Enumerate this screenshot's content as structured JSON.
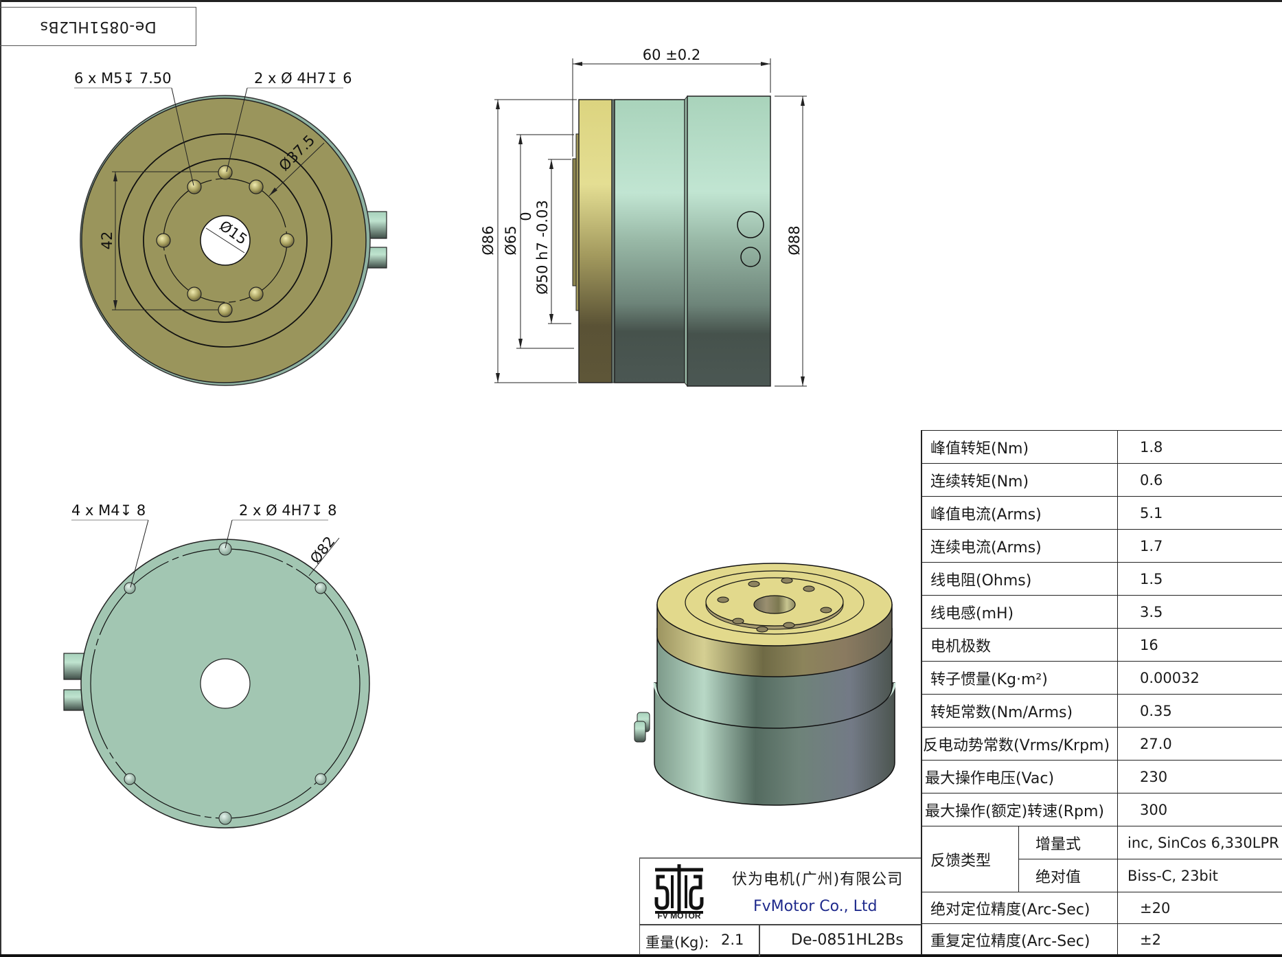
{
  "drawing": {
    "revision_label_rotated": "De-0851HL2Bs",
    "top_view": {
      "callouts": [
        "6 x M5↧ 7.50",
        "2 x Ø 4H7↧ 6"
      ],
      "dims": {
        "bolt_circle": "Ø37.5",
        "bore": "Ø15",
        "span": "42"
      }
    },
    "side_view": {
      "dims": {
        "length": "60 ±0.2",
        "d86": "Ø86",
        "d65": "Ø65",
        "d50": "Ø50 h7 -0.03",
        "d50_upper": "0",
        "d88": "Ø88"
      }
    },
    "bottom_view": {
      "callouts": [
        "4 x M4↧ 8",
        "2 x Ø 4H7↧ 8"
      ],
      "dims": {
        "bolt_circle": "Ø82"
      }
    },
    "colors": {
      "bronze_face": "#9a955c",
      "gold_light": "#e3dc8d",
      "mint": "#a2c7b3",
      "mint_light": "#bfe3cf",
      "steel_dark": "#46524d",
      "company_blue": "#1f2a8c"
    }
  },
  "specs": {
    "rows": [
      {
        "label": "峰值转矩(Nm)",
        "value": "1.8"
      },
      {
        "label": "连续转矩(Nm)",
        "value": "0.6"
      },
      {
        "label": "峰值电流(Arms)",
        "value": "5.1"
      },
      {
        "label": "连续电流(Arms)",
        "value": "1.7"
      },
      {
        "label": "线电阻(Ohms)",
        "value": "1.5"
      },
      {
        "label": "线电感(mH)",
        "value": "3.5"
      },
      {
        "label": "电机极数",
        "value": "16"
      },
      {
        "label": "转子惯量(Kg·m²)",
        "value": "0.00032"
      },
      {
        "label": "转矩常数(Nm/Arms)",
        "value": "0.35"
      },
      {
        "label": "反电动势常数(Vrms/Krpm)",
        "value": "27.0"
      },
      {
        "label": "最大操作电压(Vac)",
        "value": "230"
      },
      {
        "label": "最大操作(额定)转速(Rpm)",
        "value": "300"
      }
    ],
    "feedback": {
      "label": "反馈类型",
      "incremental_label": "增量式",
      "incremental_value": "inc, SinCos 6,330LPR",
      "absolute_label": "绝对值",
      "absolute_value": "Biss-C, 23bit"
    },
    "accuracy_rows": [
      {
        "label": "绝对定位精度(Arc-Sec)",
        "value": "±20"
      },
      {
        "label": "重复定位精度(Arc-Sec)",
        "value": "±2"
      }
    ]
  },
  "title_block": {
    "logo_text": "FV MOTOR",
    "company_cn": "伏为电机(广州)有限公司",
    "company_en": "FvMotor Co., Ltd",
    "weight_label": "重量(Kg):",
    "weight_value": "2.1",
    "model": "De-0851HL2Bs"
  }
}
